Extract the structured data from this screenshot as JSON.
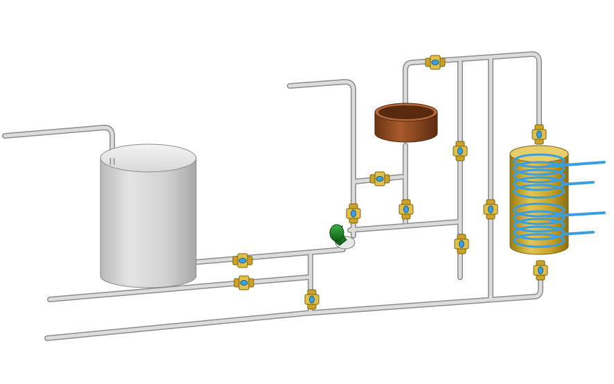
{
  "diagram": {
    "type": "3d-piping-schematic",
    "components": [
      {
        "id": "storage-tank",
        "kind": "open cylindrical tank",
        "color": "#c8c8c8"
      },
      {
        "id": "expansion-vessel",
        "kind": "closed expansion vessel",
        "color": "#8a4a22"
      },
      {
        "id": "buffer-tank",
        "kind": "indirect water heater with two coils",
        "color": "#c8a92c"
      },
      {
        "id": "circulation-pump",
        "kind": "pump",
        "color": "#1c8a22"
      }
    ],
    "valve_count": 12,
    "colors": {
      "pipe": "#d6d6d6",
      "pipe_edge": "#8c8c8c",
      "valve_body": "#c9a227",
      "valve_accent": "#3aa0e0",
      "coil": "#3a9ee0",
      "background": "#ffffff"
    }
  }
}
